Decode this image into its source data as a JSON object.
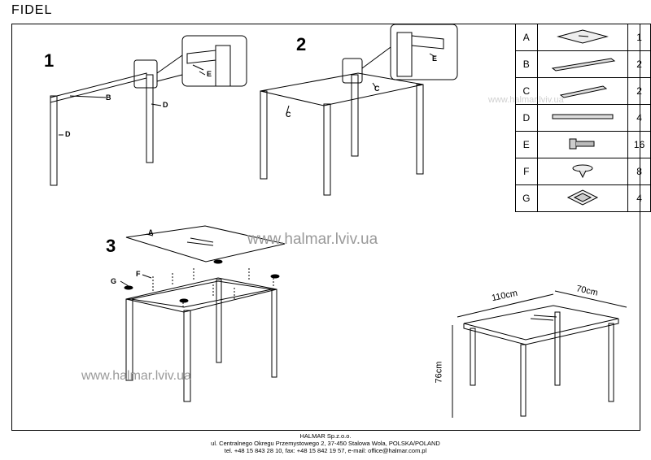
{
  "title": "FIDEL",
  "steps": {
    "s1": "1",
    "s2": "2",
    "s3": "3"
  },
  "labels": {
    "A": "A",
    "B": "B",
    "C": "C",
    "D": "D",
    "E": "E",
    "F": "F",
    "G": "G"
  },
  "parts": [
    {
      "letter": "A",
      "qty": "1",
      "icon": "glass-top-icon"
    },
    {
      "letter": "B",
      "qty": "2",
      "icon": "long-rail-icon"
    },
    {
      "letter": "C",
      "qty": "2",
      "icon": "short-rail-icon"
    },
    {
      "letter": "D",
      "qty": "4",
      "icon": "leg-icon"
    },
    {
      "letter": "E",
      "qty": "16",
      "icon": "screw-icon"
    },
    {
      "letter": "F",
      "qty": "8",
      "icon": "suction-pad-icon"
    },
    {
      "letter": "G",
      "qty": "4",
      "icon": "leg-cap-icon"
    }
  ],
  "dimensions": {
    "length": "110cm",
    "width": "70cm",
    "height": "76cm"
  },
  "watermark": "www.halmar.lviv.ua",
  "footer": {
    "company": "HALMAR Sp.z.o.o.",
    "address": "ul. Centralnego Okregu Przemystowego 2, 37-450 Stalowa Wola, POLSKA/POLAND",
    "contact": "tel. +48 15 843 28 10, fax: +48 15 842 19 57, e-mail: office@halmar.com.pl"
  }
}
